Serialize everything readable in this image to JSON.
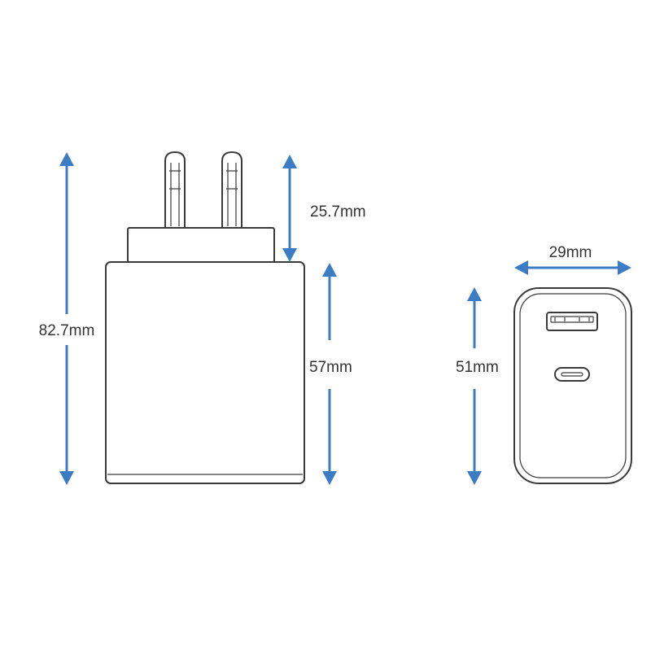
{
  "dimensions": {
    "total_height": "82.7mm",
    "prong_length": "25.7mm",
    "body_height": "57mm",
    "width": "29mm",
    "depth": "51mm"
  },
  "colors": {
    "arrow": "#3b7cc4",
    "outline": "#3a3a3a",
    "background": "#ffffff",
    "text": "#333333"
  },
  "icons": {
    "usb_a_port": "usb-a-port-icon",
    "usb_c_port": "usb-c-port-icon"
  }
}
